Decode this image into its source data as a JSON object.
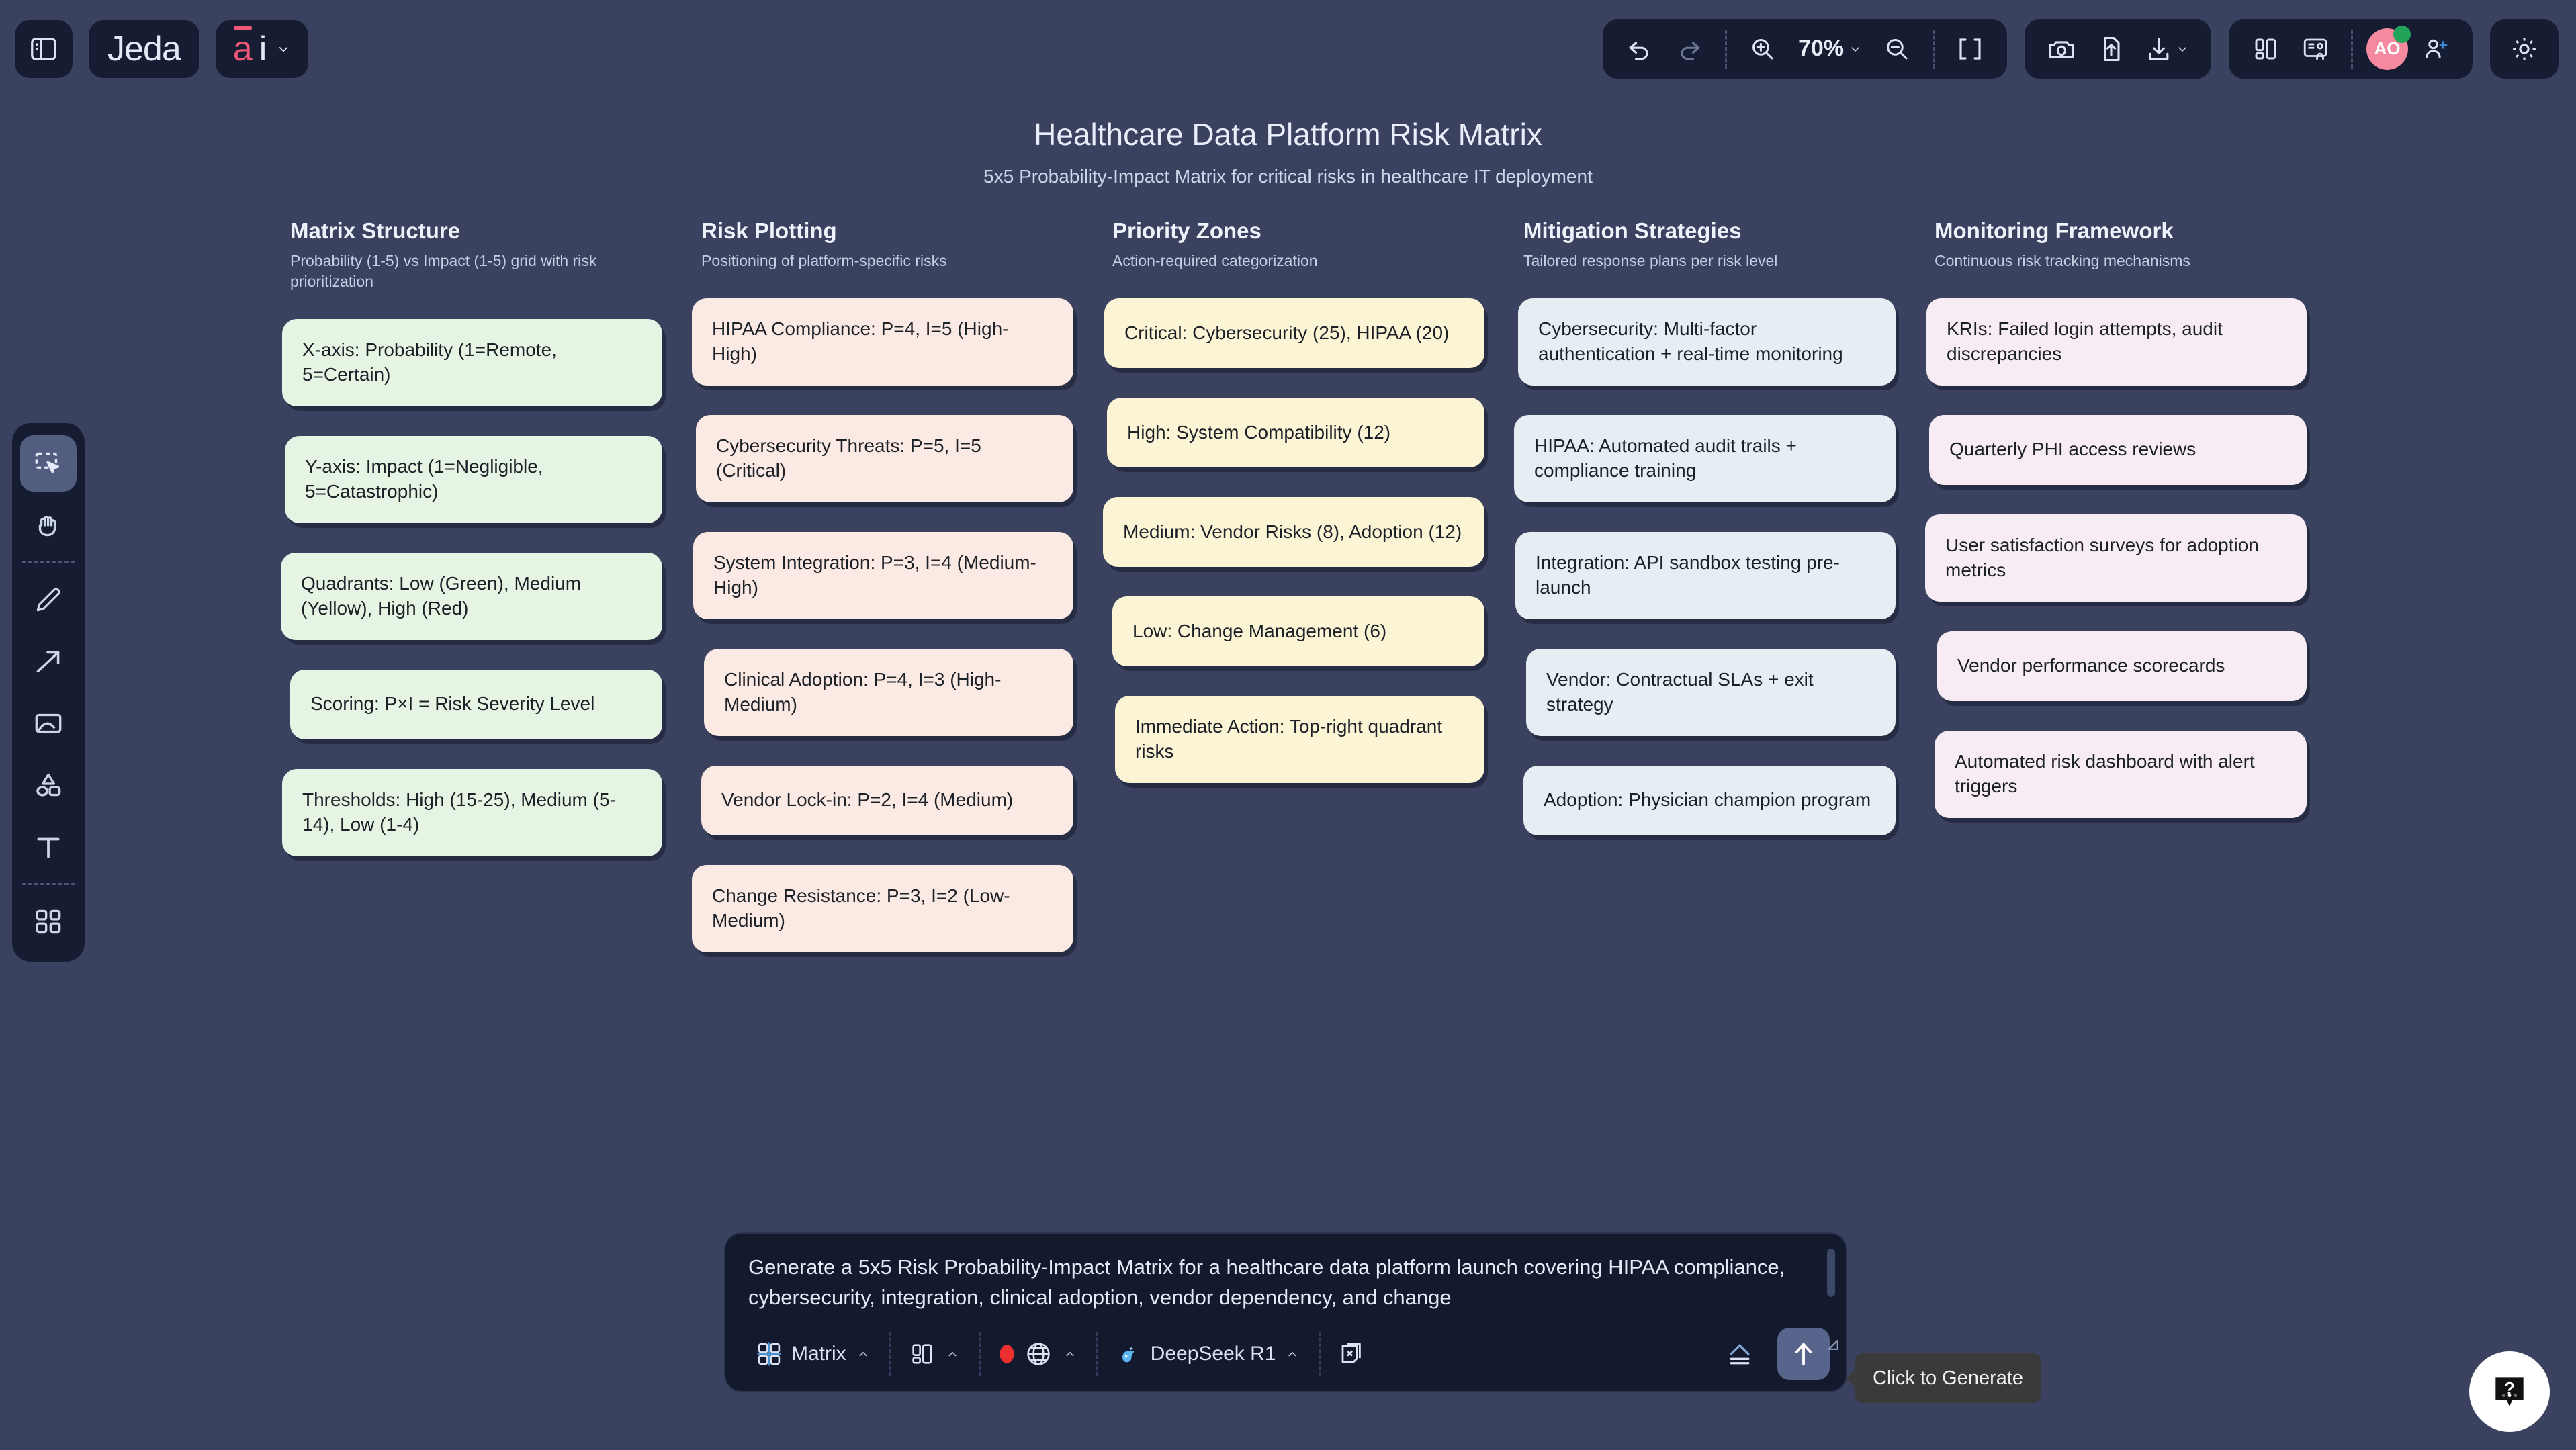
{
  "app": {
    "brand_name": "Jeda",
    "brand_suffix": "ai",
    "accent_color": "#ef5777",
    "canvas_bg": "#3b4260",
    "panel_bg": "#161d33"
  },
  "topbar": {
    "sidebar_toggle": "sidebar-panel-icon",
    "undo": "undo-icon",
    "redo": "redo-icon",
    "zoom_in": "zoom-in-icon",
    "zoom_level": "70%",
    "zoom_out": "zoom-out-icon",
    "fit_screen": "fit-to-screen-icon",
    "camera": "camera-icon",
    "upload": "file-upload-icon",
    "download": "download-icon",
    "download_caret": "chevron-down-icon",
    "split_view": "split-view-icon",
    "present": "presentation-icon",
    "avatar_initials": "AO",
    "add_user": "add-user-icon",
    "settings": "gear-icon"
  },
  "left_toolbar": {
    "tools": [
      {
        "name": "select-tool",
        "icon": "marquee-cursor-icon",
        "active": true
      },
      {
        "name": "hand-tool",
        "icon": "hand-icon",
        "active": false
      },
      {
        "name": "pen-tool",
        "icon": "pencil-icon",
        "active": false
      },
      {
        "name": "arrow-tool",
        "icon": "arrow-icon",
        "active": false
      },
      {
        "name": "image-tool",
        "icon": "image-icon",
        "active": false
      },
      {
        "name": "shapes-tool",
        "icon": "shapes-icon",
        "active": false
      },
      {
        "name": "text-tool",
        "icon": "text-t-icon",
        "active": false
      },
      {
        "name": "grid-tool",
        "icon": "grid-four-icon",
        "active": false
      }
    ]
  },
  "document": {
    "title": "Healthcare Data Platform Risk Matrix",
    "subtitle": "5x5 Probability-Impact Matrix for critical risks in healthcare IT deployment",
    "columns": [
      {
        "title": "Matrix Structure",
        "subtitle": "Probability (1-5) vs Impact (1-5) grid with risk prioritization",
        "color": "#e6f4e4",
        "cards": [
          "X-axis: Probability (1=Remote, 5=Certain)",
          "Y-axis: Impact (1=Negligible, 5=Catastrophic)",
          "Quadrants: Low (Green), Medium (Yellow), High (Red)",
          "Scoring: P×I = Risk Severity Level",
          "Thresholds: High (15-25), Medium (5-14), Low (1-4)"
        ]
      },
      {
        "title": "Risk Plotting",
        "subtitle": "Positioning of platform-specific risks",
        "color": "#fbeae4",
        "cards": [
          "HIPAA Compliance: P=4, I=5 (High-High)",
          "Cybersecurity Threats: P=5, I=5 (Critical)",
          "System Integration: P=3, I=4 (Medium-High)",
          "Clinical Adoption: P=4, I=3 (High-Medium)",
          "Vendor Lock-in: P=2, I=4 (Medium)",
          "Change Resistance: P=3, I=2 (Low-Medium)"
        ]
      },
      {
        "title": "Priority Zones",
        "subtitle": "Action-required categorization",
        "color": "#fbf5d6",
        "cards": [
          "Critical: Cybersecurity (25), HIPAA (20)",
          "High: System Compatibility (12)",
          "Medium: Vendor Risks (8), Adoption (12)",
          "Low: Change Management (6)",
          "Immediate Action: Top-right quadrant risks"
        ]
      },
      {
        "title": "Mitigation Strategies",
        "subtitle": "Tailored response plans per risk level",
        "color": "#e6eef4",
        "cards": [
          "Cybersecurity: Multi-factor authentication + real-time monitoring",
          "HIPAA: Automated audit trails + compliance training",
          "Integration: API sandbox testing pre-launch",
          "Vendor: Contractual SLAs + exit strategy",
          "Adoption: Physician champion program"
        ]
      },
      {
        "title": "Monitoring Framework",
        "subtitle": "Continuous risk tracking mechanisms",
        "color": "#f7ebf4",
        "cards": [
          "KRIs: Failed login attempts, audit discrepancies",
          "Quarterly PHI access reviews",
          "User satisfaction surveys for adoption metrics",
          "Vendor performance scorecards",
          "Automated risk dashboard with alert triggers"
        ]
      }
    ]
  },
  "prompt": {
    "value": "Generate a 5x5 Risk Probability-Impact Matrix for a healthcare data platform launch covering HIPAA compliance, cybersecurity, integration, clinical adoption, vendor dependency, and change",
    "tools": {
      "template_label": "Matrix",
      "layout_label": "",
      "web_label": "",
      "model_label": "DeepSeek R1",
      "clear_chat": "clear-chat-icon",
      "attach": "attach-icon",
      "send": "send-arrow-icon"
    }
  },
  "tooltip": {
    "text": "Click to Generate"
  },
  "help": {
    "icon": "question-mark-icon"
  }
}
